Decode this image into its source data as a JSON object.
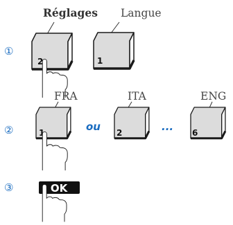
{
  "steps": [
    {
      "number": "①",
      "keys": [
        {
          "label": "Réglages",
          "digit": "2",
          "emphasis": true
        },
        {
          "label": "Langue",
          "digit": "1",
          "emphasis": false
        }
      ]
    },
    {
      "number": "②",
      "keys": [
        {
          "label": "FRA",
          "digit": "1"
        },
        {
          "label": "ITA",
          "digit": "2"
        },
        {
          "label": "ENG",
          "digit": "6"
        }
      ],
      "separators": [
        "ou",
        "..."
      ]
    },
    {
      "number": "③",
      "ok_label": "OK"
    }
  ],
  "colors": {
    "step_number": "#1a6cc0",
    "key_face": "#dcdcdc",
    "ok_button": "#111111"
  },
  "icons": [
    "finger-press-icon"
  ]
}
